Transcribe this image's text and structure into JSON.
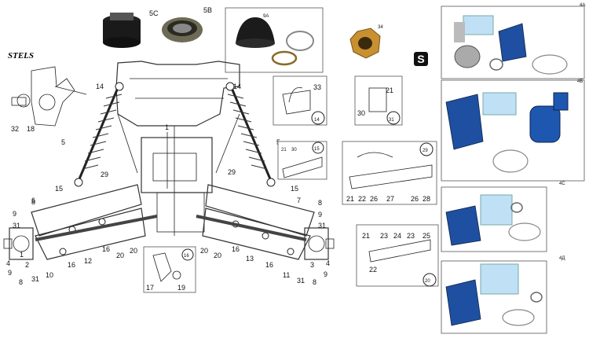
{
  "brand": {
    "logo_text": "STELS",
    "badge_text": "S"
  },
  "photo_labels": {
    "p5c": "5C",
    "p5b": "5B",
    "p9a": "9A",
    "p34": "34",
    "p4a": "4A",
    "p4b": "4Б",
    "p4c": "4C",
    "p4d": "4Д"
  },
  "main_callouts": {
    "c1": "1",
    "c14l": "14",
    "c14r": "14",
    "c5l": "5",
    "c5r": "5",
    "c29l": "29",
    "c29r": "29",
    "c15l": "15",
    "c15r": "15",
    "c6": "6",
    "c7": "7",
    "c8l": "8",
    "c8r": "8",
    "c9l": "9",
    "c9r": "9",
    "c31l": "31",
    "c31r": "31",
    "c12": "12",
    "c13": "13",
    "c16a": "16",
    "c16b": "16",
    "c16c": "16",
    "c16d": "16",
    "c20a": "20",
    "c20b": "20",
    "c20c": "20",
    "c20d": "20",
    "c4l": "4",
    "c4r": "4",
    "c1l": "1",
    "c2": "2",
    "c3": "3",
    "c9bl": "9",
    "c9br": "9",
    "c8bl": "8",
    "c8br": "8",
    "c10": "10",
    "c11": "11",
    "c31bl": "31",
    "c31br": "31",
    "c32": "32",
    "c18": "18"
  },
  "insets": {
    "i14": {
      "num": "14",
      "c33": "33"
    },
    "i31": {
      "num": "31",
      "c21": "21",
      "c30": "30"
    },
    "i15": {
      "num": "15",
      "c21": "21",
      "c30": "30"
    },
    "i29": {
      "num": "29",
      "c21": "21",
      "c22": "22",
      "c26a": "26",
      "c27": "27",
      "c26b": "26",
      "c28": "28"
    },
    "i20": {
      "num": "20",
      "c21": "21",
      "c23a": "23",
      "c24": "24",
      "c23b": "23",
      "c25": "25",
      "c22": "22"
    },
    "i16": {
      "num": "16",
      "c17": "17",
      "c19": "19"
    }
  }
}
